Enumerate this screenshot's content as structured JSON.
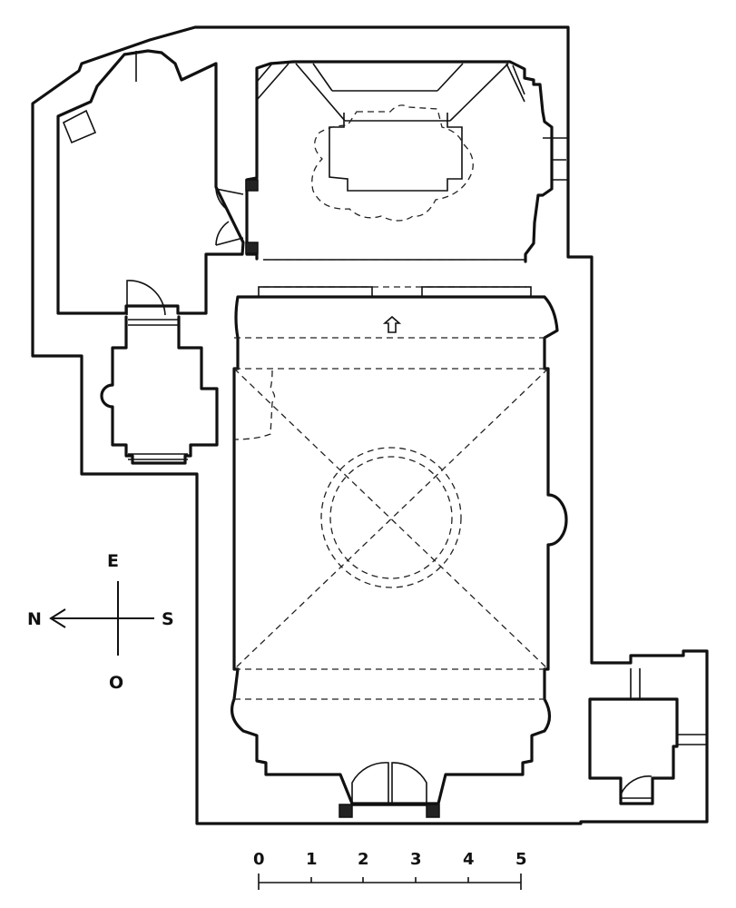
{
  "compass": {
    "east": "E",
    "north": "N",
    "south": "S",
    "west": "O"
  },
  "scale": {
    "ticks": [
      "0",
      "1",
      "2",
      "3",
      "4",
      "5"
    ]
  }
}
